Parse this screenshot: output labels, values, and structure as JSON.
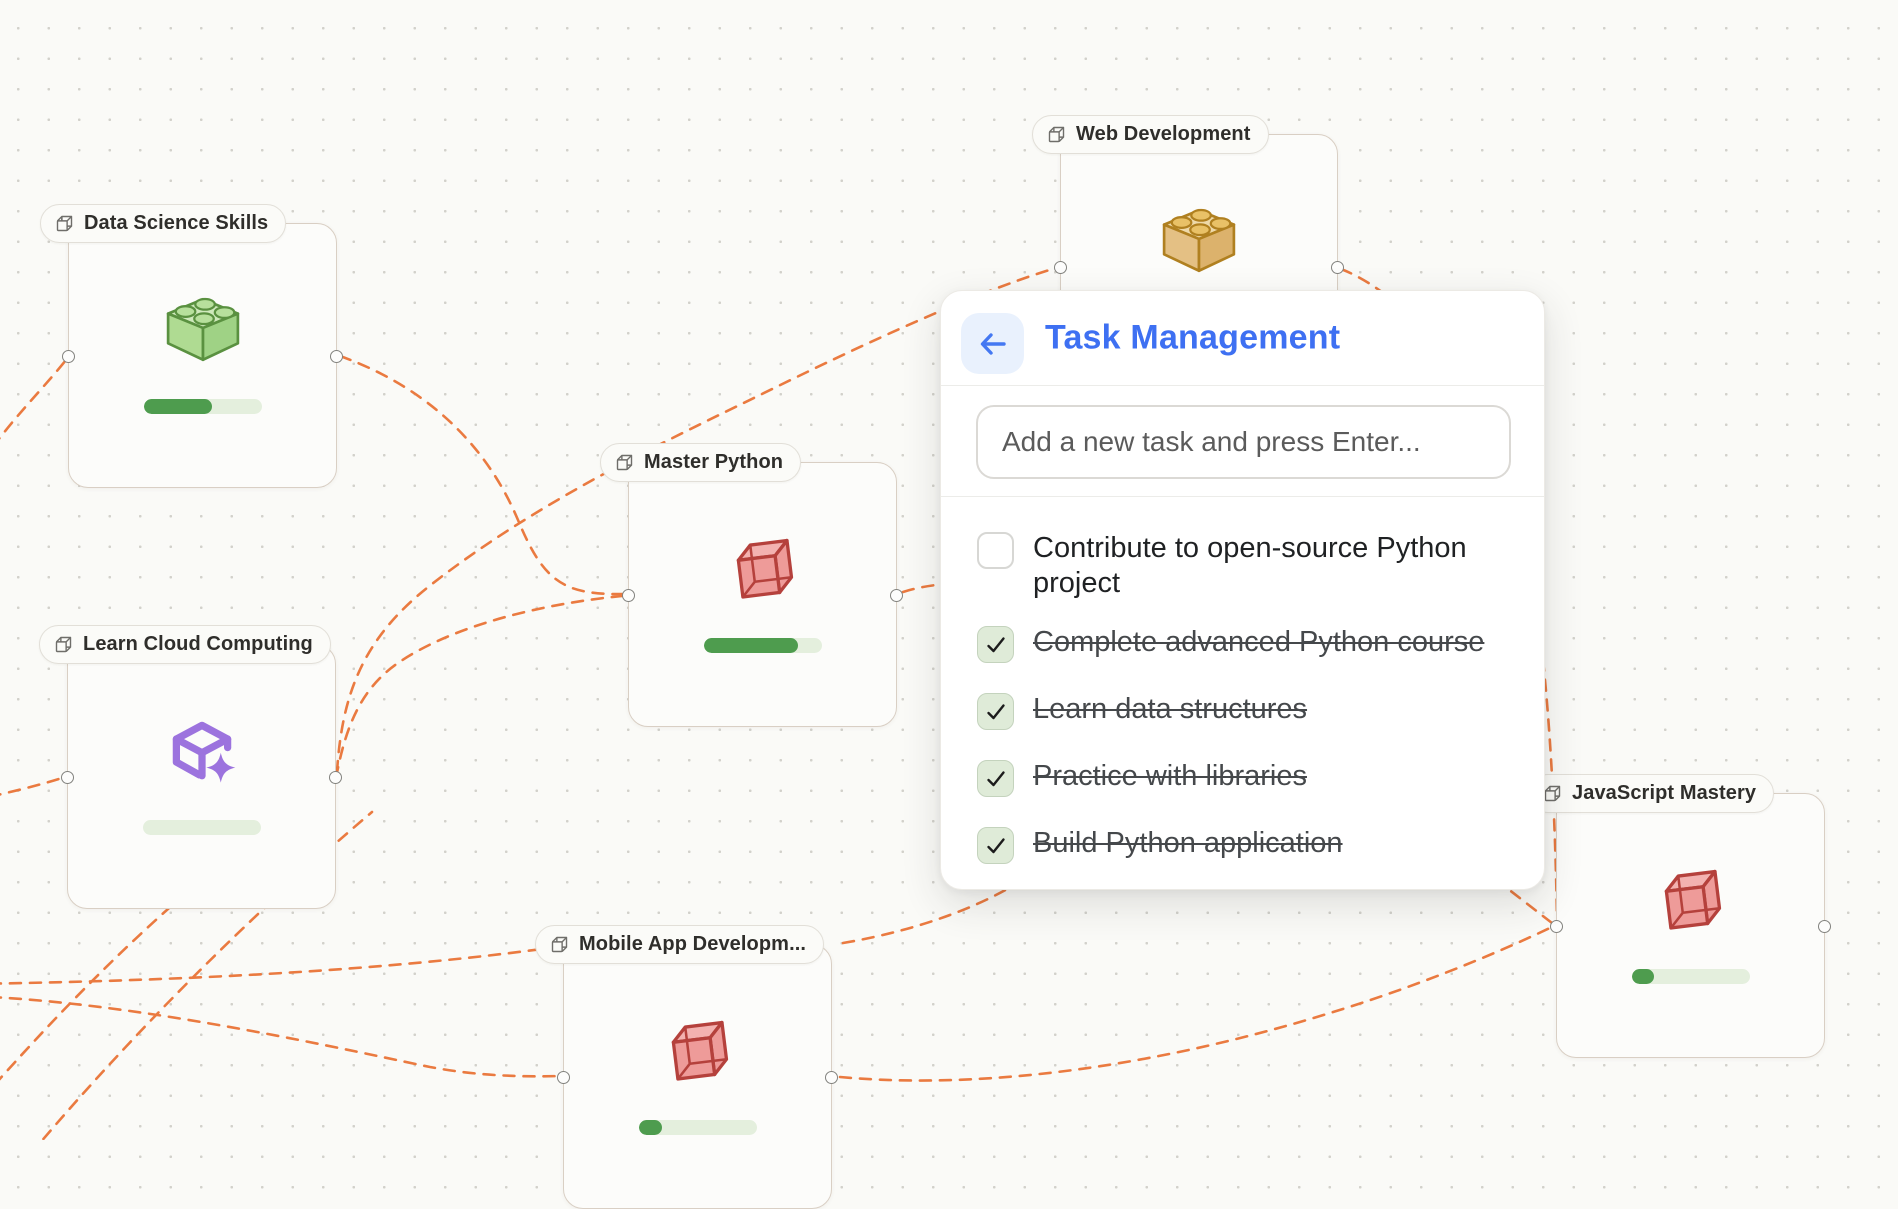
{
  "canvas": {
    "background": "#FAFAF7",
    "dot_color": "#D2D1CB",
    "edge_color": "#EA7A40",
    "edge_style": "dashed"
  },
  "nodes": [
    {
      "label": "Data Science Skills",
      "icon": "lego-brick-green",
      "progress_pct": 58
    },
    {
      "label": "Learn Cloud Computing",
      "icon": "package-sparkle-purple",
      "progress_pct": 0
    },
    {
      "label": "Master Python",
      "icon": "cube-red",
      "progress_pct": 80
    },
    {
      "label": "Web Development",
      "icon": "lego-brick-tan",
      "progress_pct": null
    },
    {
      "label": "Mobile App Developm...",
      "icon": "cube-red",
      "progress_pct": 20
    },
    {
      "label": "JavaScript Mastery",
      "icon": "cube-red",
      "progress_pct": 19
    }
  ],
  "edges": [
    {
      "from": "offscreen-left",
      "to": "data-science-skills-left"
    },
    {
      "from": "data-science-skills-right",
      "to": "master-python-left"
    },
    {
      "from": "learn-cloud-computing-right",
      "to": "web-development-left"
    },
    {
      "from": "learn-cloud-computing-right",
      "to": "master-python-left"
    },
    {
      "from": "offscreen-left",
      "to": "learn-cloud-computing-left"
    },
    {
      "from": "master-python-right",
      "to": "javascript-mastery-left"
    },
    {
      "from": "web-development-right",
      "to": "javascript-mastery-left"
    },
    {
      "from": "mobile-app-development-right",
      "to": "javascript-mastery-left"
    },
    {
      "from": "offscreen-left",
      "to": "mobile-app-development-left"
    },
    {
      "from": "offscreen-bottom-left",
      "to": "learn-cloud-computing-area"
    }
  ],
  "panel": {
    "title": "Task Management",
    "title_color": "#3E70F2",
    "back_icon": "arrow-left-icon",
    "input_placeholder": "Add a new task and press Enter...",
    "tasks": [
      {
        "label": "Contribute to open-source Python project",
        "done": false
      },
      {
        "label": "Complete advanced Python course",
        "done": true
      },
      {
        "label": "Learn data structures",
        "done": true
      },
      {
        "label": "Practice with libraries",
        "done": true
      },
      {
        "label": "Build Python application",
        "done": true
      }
    ]
  },
  "colors": {
    "progress_fill": "#4E9C4E",
    "progress_track": "#E4EFDD",
    "checkbox_checked_bg": "#DFEBD8",
    "node_border": "#D9CFC4",
    "red_cube": "#B5413C",
    "purple_icon": "#9C73DE",
    "green_lego_outline": "#5A9140",
    "tan_lego_outline": "#B08020"
  }
}
